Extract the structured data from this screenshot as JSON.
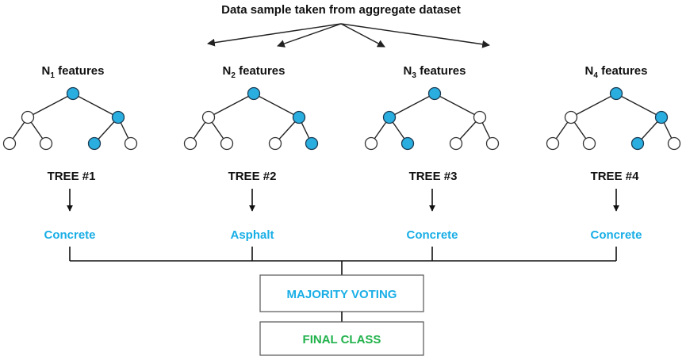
{
  "title": "Data sample taken from aggregate dataset",
  "trees": [
    {
      "feature_prefix": "N",
      "feature_sub": "1",
      "feature_suffix": " features",
      "label": "TREE #1",
      "result": "Concrete",
      "highlight_path": "right-left"
    },
    {
      "feature_prefix": "N",
      "feature_sub": "2",
      "feature_suffix": " features",
      "label": "TREE #2",
      "result": "Asphalt",
      "highlight_path": "right-right"
    },
    {
      "feature_prefix": "N",
      "feature_sub": "3",
      "feature_suffix": " features",
      "label": "TREE #3",
      "result": "Concrete",
      "highlight_path": "left-right"
    },
    {
      "feature_prefix": "N",
      "feature_sub": "4",
      "feature_suffix": " features",
      "label": "TREE #4",
      "result": "Concrete",
      "highlight_path": "right-left"
    }
  ],
  "majority_box": {
    "label": "MAJORITY VOTING"
  },
  "final_box": {
    "label": "FINAL CLASS"
  },
  "colors": {
    "highlight_node": "#2aaee0",
    "class_text": "#19aee6",
    "final_text": "#21b24b",
    "line": "#111111"
  }
}
